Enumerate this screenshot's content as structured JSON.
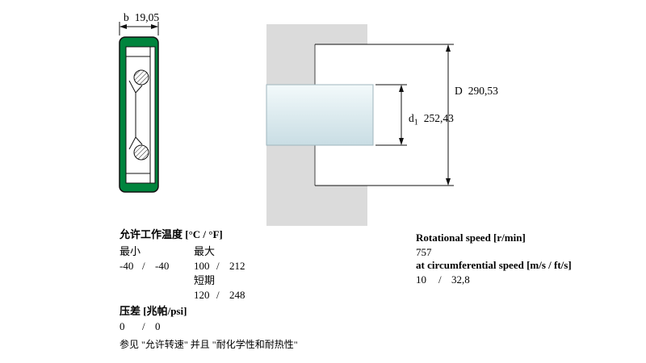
{
  "sep": "/",
  "colors": {
    "seal_green": "#00843D",
    "housing_gray": "#DBDBDB",
    "shaft_blue": "#DDEBEF",
    "line_black": "#111111"
  },
  "drawing": {
    "dim_b": {
      "label": "b",
      "value": "19,05"
    },
    "dim_D": {
      "label": "D",
      "value": "290,53"
    },
    "dim_d1": {
      "label": "d",
      "sub": "1",
      "value": "252,43"
    }
  },
  "temperature": {
    "heading": "允许工作温度 [°C / °F]",
    "min_label": "最小",
    "max_label": "最大",
    "min_c": "-40",
    "min_f": "-40",
    "max_c": "100",
    "max_f": "212",
    "short_label": "短期",
    "short_c": "120",
    "short_f": "248"
  },
  "pressure": {
    "heading": "压差 [兆帕/psi]",
    "mpa": "0",
    "psi": "0"
  },
  "note": "参见 \"允许转速\" 并且 \"耐化学性和耐热性\"",
  "speed": {
    "rotational_heading": "Rotational speed [r/min]",
    "rotational_value": "757",
    "circumferential_heading": "at circumferential speed [m/s / ft/s]",
    "circ_ms": "10",
    "circ_fts": "32,8"
  }
}
